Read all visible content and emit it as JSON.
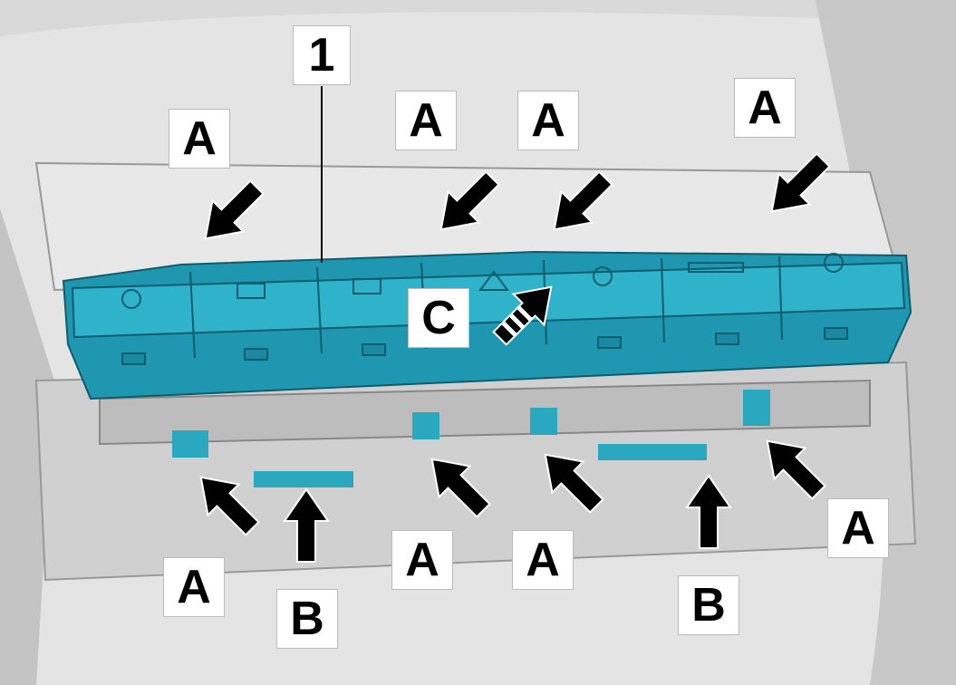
{
  "colors": {
    "panel_teal": "#2aa8c0",
    "panel_teal_dark": "#1a8aa2",
    "housing_grey": "#cfcfcf",
    "arrow": "#000000",
    "label_bg": "#ffffff"
  },
  "callouts": {
    "part_number": "1",
    "clip_label": "A",
    "guide_label": "B",
    "connector_label": "C"
  },
  "icons": [
    "seat-heat-icon",
    "parking-sensor-icon",
    "park-assist-icon",
    "hazard-icon",
    "stability-icon",
    "passenger-airbag-icon",
    "seat-heat-rear-icon"
  ]
}
